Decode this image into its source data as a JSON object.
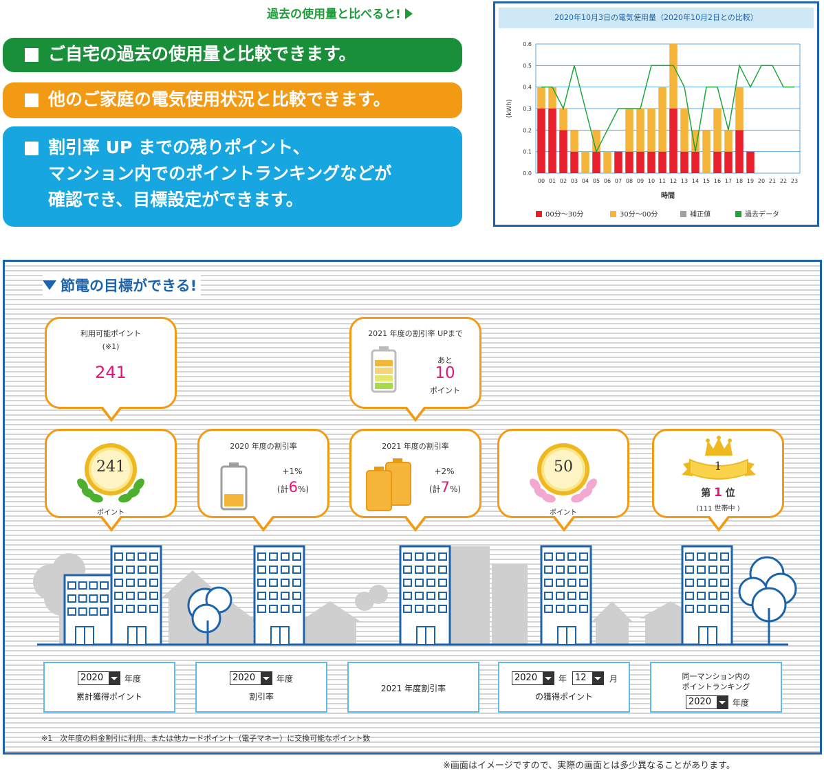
{
  "header": {
    "compare_heading": "過去の使用量と比べると!"
  },
  "banners": {
    "green": "ご自宅の過去の使用量と比較できます。",
    "orange": "他のご家庭の電気使用状況と比較できます。",
    "blue_lines": [
      "割引率 UP までの残りポイント、",
      "マンション内でのポイントランキングなどが",
      "確認でき、目標設定ができます。"
    ]
  },
  "chart_data": {
    "type": "bar",
    "title": "2020年10月3日の電気使用量（2020年10月2日との比較）",
    "xlabel": "時間",
    "ylabel": "(kWh)",
    "ylim": [
      0,
      0.6
    ],
    "yticks": [
      "0.0",
      "0.1",
      "0.2",
      "0.3",
      "0.4",
      "0.5",
      "0.6"
    ],
    "categories": [
      "00",
      "01",
      "02",
      "03",
      "04",
      "05",
      "06",
      "07",
      "08",
      "09",
      "10",
      "11",
      "12",
      "13",
      "14",
      "15",
      "16",
      "17",
      "18",
      "19",
      "20",
      "21",
      "22",
      "23"
    ],
    "stacked": true,
    "series": [
      {
        "name": "00分～30分",
        "color": "#e8202e",
        "values": [
          0.3,
          0.3,
          0.2,
          0.1,
          0,
          0.1,
          0,
          0.1,
          0.1,
          0.1,
          0.1,
          0.1,
          0.3,
          0.1,
          0.1,
          0,
          0.1,
          0.1,
          0.2,
          0.1,
          0,
          0,
          0,
          0
        ]
      },
      {
        "name": "30分～00分",
        "color": "#f5b53a",
        "values": [
          0.1,
          0.1,
          0.1,
          0.1,
          0.1,
          0.1,
          0.1,
          0,
          0.2,
          0.2,
          0.2,
          0.3,
          0.3,
          0.2,
          0.1,
          0.2,
          0.2,
          0.1,
          0.2,
          0,
          0,
          0,
          0,
          0
        ]
      },
      {
        "name": "補正値",
        "color": "#9e9e9e",
        "values": [
          0,
          0,
          0,
          0,
          0,
          0,
          0,
          0,
          0,
          0,
          0,
          0,
          0,
          0,
          0,
          0,
          0,
          0,
          0,
          0,
          0,
          0,
          0,
          0
        ]
      },
      {
        "name": "過去データ",
        "color": "#1fa53a",
        "type": "line",
        "values": [
          0.4,
          0.4,
          0.3,
          0.5,
          0.3,
          0.1,
          0.2,
          0.3,
          0.3,
          0.3,
          0.5,
          0.5,
          0.5,
          0.4,
          0.1,
          0.4,
          0.4,
          0.2,
          0.5,
          0.4,
          0.5,
          0.5,
          0.4,
          0.4
        ]
      }
    ],
    "legend_position": "bottom",
    "grid": true
  },
  "panel": {
    "heading": "節電の目標ができる!",
    "points_callout": {
      "label": "利用可能ポイント",
      "note": "(※1)",
      "value": "241"
    },
    "target_callout": {
      "label": "2021 年度の割引率 UPまで",
      "prefix": "あと",
      "value": "10",
      "unit": "ポイント"
    },
    "cards": {
      "points": {
        "medal_value": "241",
        "caption": "ポイント"
      },
      "rate_2020": {
        "title": "2020 年度の割引率",
        "delta": "+1%",
        "total_prefix": "(計",
        "total_value": "6",
        "total_suffix": "%)"
      },
      "rate_2021": {
        "title": "2021 年度の割引率",
        "delta": "+2%",
        "total_prefix": "(計",
        "total_value": "7",
        "total_suffix": "%)"
      },
      "monthly": {
        "medal_value": "50",
        "caption": "ポイント"
      },
      "ranking": {
        "rank_value": "1",
        "rank_prefix": "第",
        "rank_suffix": "位",
        "households": "(111 世帯中 )"
      }
    },
    "controls": {
      "c1": {
        "year": "2020",
        "year_label": "年度",
        "caption": "累計獲得ポイント"
      },
      "c2": {
        "year": "2020",
        "year_label": "年度",
        "caption": "割引率"
      },
      "c3": {
        "caption": "2021 年度割引率"
      },
      "c4": {
        "year": "2020",
        "year_label": "年",
        "month": "12",
        "month_label": "月",
        "caption": "の獲得ポイント"
      },
      "c5": {
        "title_line1": "同一マンション内の",
        "title_line2": "ポイントランキング",
        "year": "2020",
        "year_label": "年度"
      }
    },
    "footnote": "※1　次年度の料金割引に利用、または他カードポイント（電子マネー）に交換可能なポイント数"
  },
  "disclaimer": "※画面はイメージですので、実際の画面とは多少異なることがあります。"
}
